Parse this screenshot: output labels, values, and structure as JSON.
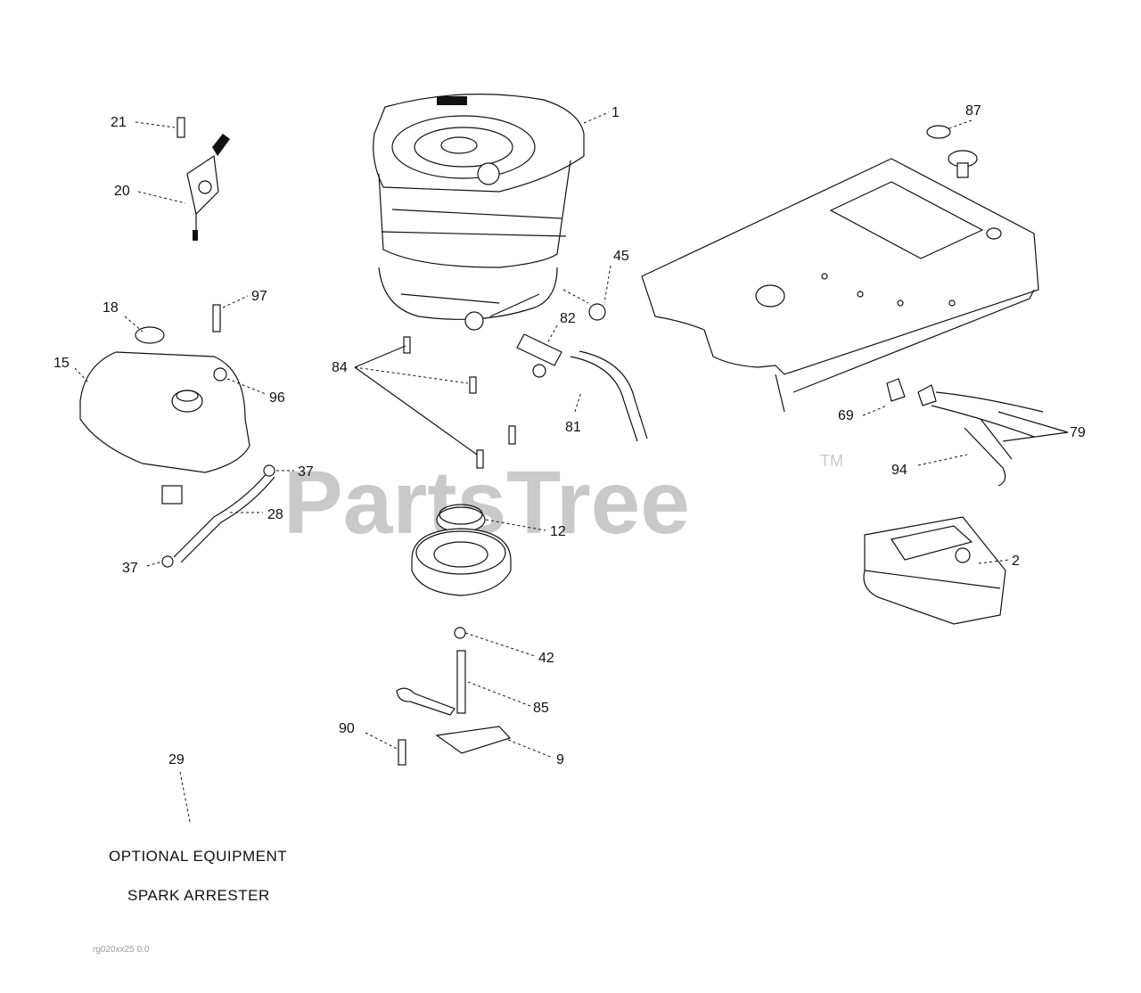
{
  "watermark": {
    "text": "PartsTree",
    "trademark": "TM"
  },
  "captions": {
    "optional_equipment": "OPTIONAL EQUIPMENT",
    "spark_arrester": "SPARK ARRESTER"
  },
  "reference_code": "rg020xx25 0.0",
  "parts": {
    "p1": "1",
    "p2": "2",
    "p9": "9",
    "p12": "12",
    "p15": "15",
    "p18": "18",
    "p20": "20",
    "p21": "21",
    "p28": "28",
    "p29": "29",
    "p37a": "37",
    "p37b": "37",
    "p42": "42",
    "p45": "45",
    "p69": "69",
    "p79": "79",
    "p81": "81",
    "p82": "82",
    "p84": "84",
    "p85": "85",
    "p87": "87",
    "p90": "90",
    "p94": "94",
    "p96": "96",
    "p97": "97"
  }
}
